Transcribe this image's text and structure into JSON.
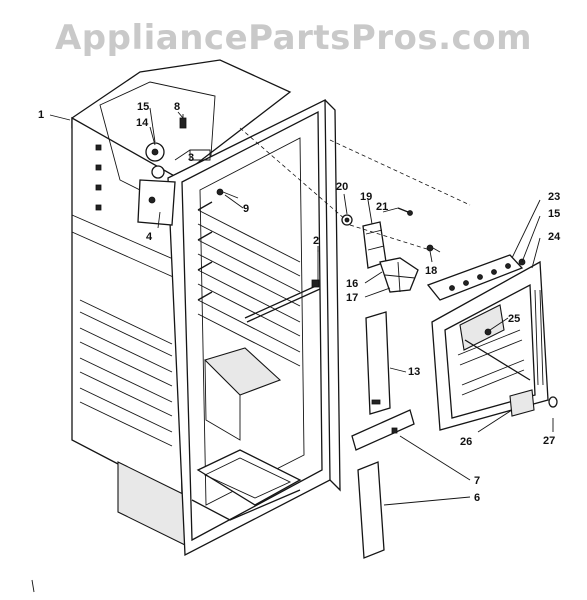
{
  "watermark": "AppliancePartsPros.com",
  "callouts": [
    "1",
    "15",
    "14",
    "8",
    "3",
    "4",
    "9",
    "20",
    "19",
    "21",
    "2",
    "16",
    "17",
    "18",
    "23",
    "15",
    "24",
    "25",
    "13",
    "26",
    "27",
    "7",
    "6"
  ]
}
